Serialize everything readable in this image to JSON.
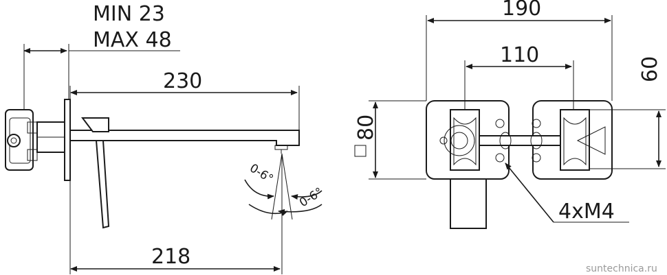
{
  "labels": {
    "min": "MIN  23",
    "max": "MAX 48",
    "dim_230": "230",
    "dim_218": "218",
    "dim_190": "190",
    "dim_110": "110",
    "dim_60": "60",
    "dim_80": "80",
    "angle_1": "0-6°",
    "angle_2": "0-6°",
    "screws": "4xM4",
    "watermark": "suntechnica.ru"
  }
}
